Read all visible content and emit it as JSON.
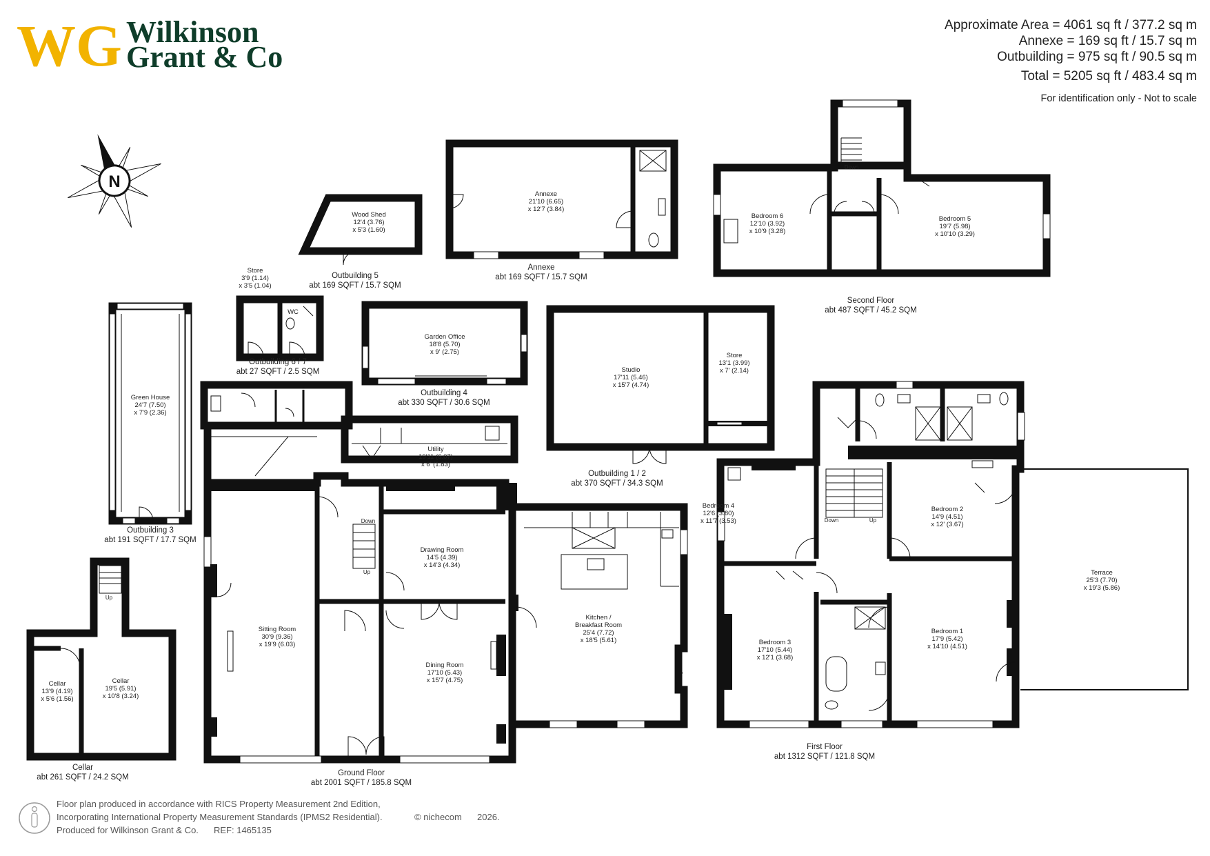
{
  "brand": {
    "monogram": "WG",
    "name_line1": "Wilkinson",
    "name_line2": "Grant & Co",
    "gold": "#f2b300",
    "green": "#0f3d2a"
  },
  "areas": {
    "approximate": "Approximate Area = 4061 sq ft / 377.2 sq m",
    "annexe": "Annexe = 169 sq ft / 15.7 sq m",
    "outbuilding": "Outbuilding = 975 sq ft / 90.5 sq m",
    "total": "Total = 5205 sq ft / 483.4 sq m",
    "identification": "For identification only - Not to scale"
  },
  "compass": {
    "label": "N",
    "icon": "north-compass-icon"
  },
  "rooms": {
    "annexe": [
      "Annexe",
      "21'10 (6.65)",
      "x 12'7 (3.84)"
    ],
    "wood_shed": [
      "Wood Shed",
      "12'4 (3.76)",
      "x 5'3 (1.60)"
    ],
    "store_small": [
      "Store",
      "3'9 (1.14)",
      "x 3'5 (1.04)"
    ],
    "wc": "WC",
    "green_house": [
      "Green House",
      "24'7 (7.50)",
      "x 7'9 (2.36)"
    ],
    "garden_office": [
      "Garden Office",
      "18'8 (5.70)",
      "x 9' (2.75)"
    ],
    "studio": [
      "Studio",
      "17'11 (5.46)",
      "x 15'7 (4.74)"
    ],
    "store_studio": [
      "Store",
      "13'1 (3.99)",
      "x 7' (2.14)"
    ],
    "bedroom6": [
      "Bedroom 6",
      "12'10 (3.92)",
      "x 10'9 (3.28)"
    ],
    "bedroom5": [
      "Bedroom 5",
      "19'7 (5.98)",
      "x 10'10 (3.29)"
    ],
    "utility": [
      "Utility",
      "19'11 (6.07)",
      "x 6' (1.83)"
    ],
    "sitting": [
      "Sitting Room",
      "30'9 (9.36)",
      "x 19'9 (6.03)"
    ],
    "drawing": [
      "Drawing Room",
      "14'5 (4.39)",
      "x 14'3 (4.34)"
    ],
    "dining": [
      "Dining Room",
      "17'10 (5.43)",
      "x 15'7 (4.75)"
    ],
    "kitchen": [
      "Kitchen /",
      "Breakfast Room",
      "25'4 (7.72)",
      "x 18'5 (5.61)"
    ],
    "bedroom4": [
      "Bedroom 4",
      "12'6 (3.80)",
      "x 11'7 (3.53)"
    ],
    "bedroom2": [
      "Bedroom 2",
      "14'9 (4.51)",
      "x 12' (3.67)"
    ],
    "bedroom3": [
      "Bedroom 3",
      "17'10 (5.44)",
      "x 12'1 (3.68)"
    ],
    "bedroom1": [
      "Bedroom 1",
      "17'9 (5.42)",
      "x 14'10 (4.51)"
    ],
    "terrace": [
      "Terrace",
      "25'3 (7.70)",
      "x 19'3 (5.86)"
    ],
    "cellar_small": [
      "Cellar",
      "13'9 (4.19)",
      "x 5'6 (1.56)"
    ],
    "cellar_large": [
      "Cellar",
      "19'5 (5.91)",
      "x 10'8 (3.24)"
    ]
  },
  "stairs": {
    "down": "Down",
    "up": "Up"
  },
  "captions": {
    "outbuilding5": [
      "Outbuilding 5",
      "abt 169 SQFT / 15.7 SQM"
    ],
    "annexe": [
      "Annexe",
      "abt 169 SQFT / 15.7 SQM"
    ],
    "second_floor": [
      "Second Floor",
      "abt 487 SQFT / 45.2 SQM"
    ],
    "outbuilding67": [
      "Outbuilding 6 / 7",
      "abt 27 SQFT / 2.5 SQM"
    ],
    "outbuilding4": [
      "Outbuilding 4",
      "abt 330 SQFT / 30.6 SQM"
    ],
    "outbuilding3": [
      "Outbuilding 3",
      "abt 191 SQFT / 17.7 SQM"
    ],
    "outbuilding12": [
      "Outbuilding 1 / 2",
      "abt 370 SQFT / 34.3 SQM"
    ],
    "cellar": [
      "Cellar",
      "abt 261 SQFT / 24.2 SQM"
    ],
    "ground_floor": [
      "Ground Floor",
      "abt 2001 SQFT / 185.8 SQM"
    ],
    "first_floor": [
      "First Floor",
      "abt 1312 SQFT / 121.8 SQM"
    ]
  },
  "footer": {
    "line1": "Floor plan produced in accordance with RICS Property Measurement 2nd Edition,",
    "line2": "Incorporating International Property Measurement Standards (IPMS2 Residential).",
    "copyright": "© nichecom",
    "year": "2026.",
    "line3": "Produced for Wilkinson Grant & Co.",
    "ref": "REF:  1465135"
  }
}
